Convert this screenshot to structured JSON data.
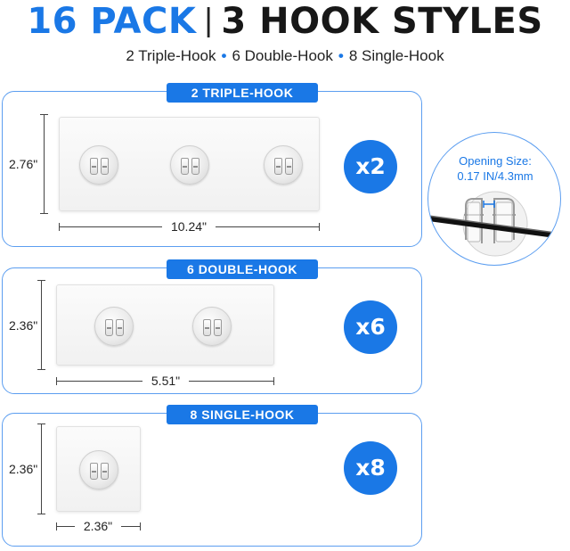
{
  "header": {
    "title_part1": "16 PACK",
    "title_separator": "|",
    "title_part2": "3 HOOK STYLES",
    "subtitle": {
      "item1": "2 Triple-Hook",
      "item2": "6 Double-Hook",
      "item3": "8 Single-Hook",
      "separator": "•"
    }
  },
  "panels": [
    {
      "badge": "2 TRIPLE-HOOK",
      "height_label": "2.76\"",
      "width_label": "10.24\"",
      "count": "x2",
      "hooks": 3
    },
    {
      "badge": "6 DOUBLE-HOOK",
      "height_label": "2.36\"",
      "width_label": "5.51\"",
      "count": "x6",
      "hooks": 2
    },
    {
      "badge": "8 SINGLE-HOOK",
      "height_label": "2.36\"",
      "width_label": "2.36\"",
      "count": "x8",
      "hooks": 1
    }
  ],
  "zoom": {
    "label_line1": "Opening Size:",
    "label_line2": "0.17 IN/4.3mm"
  },
  "colors": {
    "brand_blue": "#1a78e6",
    "panel_border": "#5c9ef0",
    "dark_text": "#171717"
  },
  "icons": {
    "hook": "adhesive-hook-icon",
    "rod": "rod-icon"
  }
}
